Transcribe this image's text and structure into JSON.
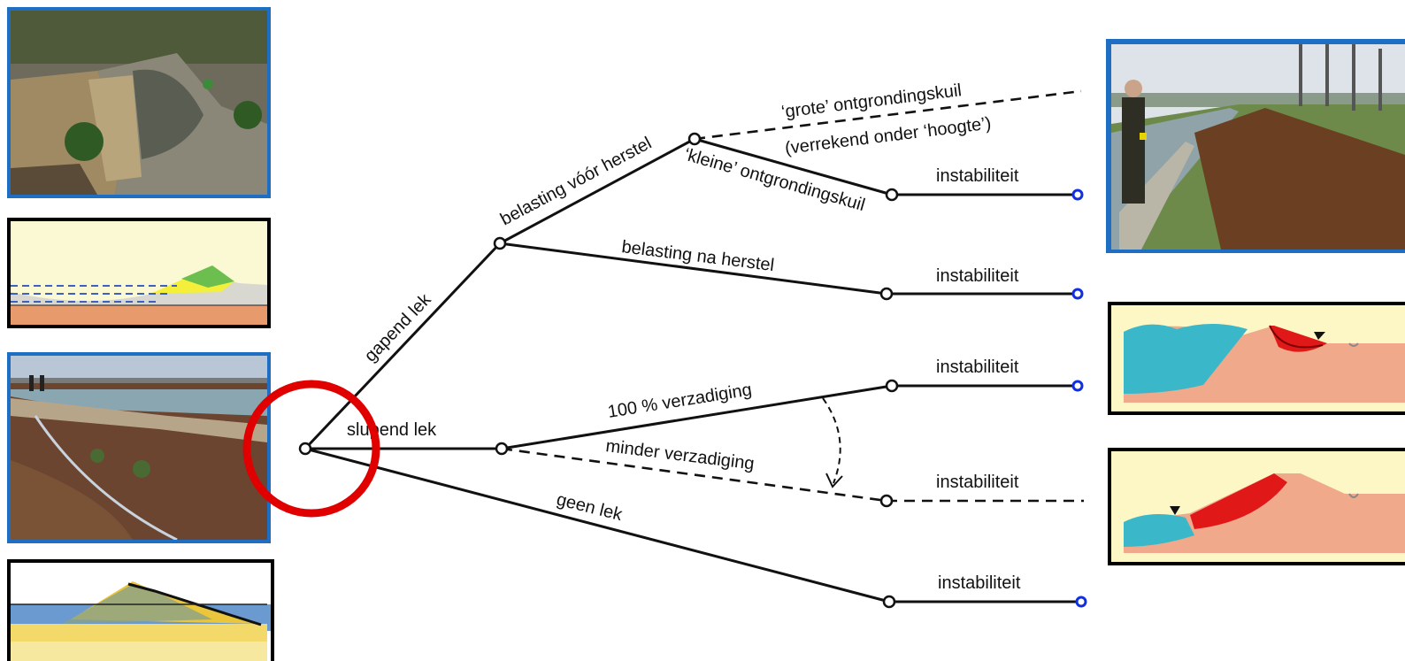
{
  "tree": {
    "root_highlight_color": "#e00000",
    "edges": {
      "gapend_lek": "gapend lek",
      "slupend_lek": "slupend lek",
      "geen_lek": "geen lek",
      "belasting_voor_herstel": "belasting vóór herstel",
      "belasting_na_herstel": "belasting na herstel",
      "grote_line1": "‘grote’ ontgrondingskuil",
      "grote_line2": "(verrekend onder ‘hoogte’)",
      "kleine": "‘kleine’ ontgrondingskuil",
      "verzadiging_100": "100 % verzadiging",
      "minder_verzadiging": "minder verzadiging"
    },
    "outcomes": [
      "instabiliteit",
      "instabiliteit",
      "instabiliteit",
      "instabiliteit",
      "instabiliteit"
    ]
  },
  "images": {
    "left": [
      "aerial-photo-dike-breach",
      "dike-cross-section-drawing",
      "photo-dike-slope-failure",
      "dike-cross-section-yellow"
    ],
    "right": [
      "photo-man-at-dike-failure",
      "slope-failure-diagram-inner",
      "slope-failure-diagram-outer"
    ]
  },
  "colors": {
    "frame_blue": "#1e6fc4",
    "water": "#3ab7c8",
    "soil": "#f0a98a",
    "slip": "#e01818",
    "panel_bg": "#fdf7c6",
    "end_node": "#1030e0"
  }
}
